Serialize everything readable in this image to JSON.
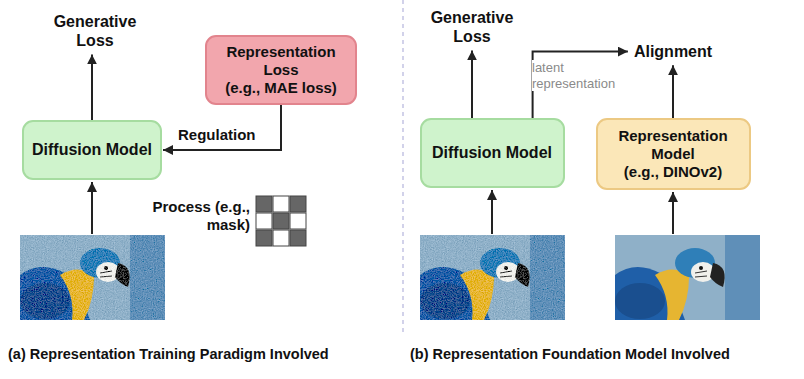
{
  "diagram": {
    "nodes": [
      {
        "text": [
          "Generative Loss"
        ]
      },
      {
        "text": [
          "Representation Loss",
          "(e.g., MAE loss)"
        ]
      },
      {
        "text": [
          "Diffusion Model"
        ]
      },
      {
        "text": [
          "Generative Loss"
        ]
      },
      {
        "text": [
          "Alignment"
        ]
      },
      {
        "text": [
          "Diffusion Model"
        ]
      },
      {
        "text": [
          "Representation Model",
          "(e.g., DINOv2)"
        ]
      }
    ],
    "edges": [
      {
        "from": 2,
        "to": 0,
        "arrow": "to"
      },
      {
        "from": 1,
        "to": 2,
        "label": "Regulation",
        "arrow": "to"
      },
      {
        "from": 5,
        "to": 3,
        "arrow": "to"
      },
      {
        "from": 5,
        "to": 4,
        "label": "latent representation",
        "arrow": "to"
      },
      {
        "from": 6,
        "to": 4,
        "arrow": "to"
      }
    ],
    "labels": [
      "Process (e.g., mask)",
      "(a) Representation Training Paradigm Involved",
      "(b) Representation Foundation Model Involved"
    ]
  }
}
